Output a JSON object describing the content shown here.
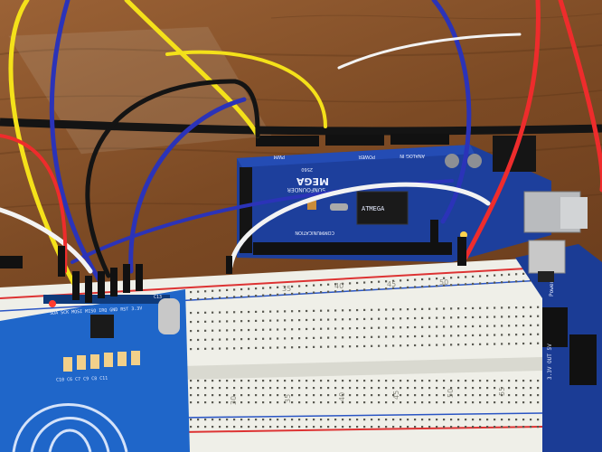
{
  "board": {
    "brand": "SUNFOUNDER",
    "model": "MEGA",
    "model_year": "2560",
    "header_comm": "COMMUNICATION",
    "header_analog": "ANALOG IN",
    "header_power": "POWER",
    "header_pwm": "PWM",
    "chip_mark": "ATMEGA"
  },
  "breadboard": {
    "top_numbers": [
      "35",
      "40",
      "45",
      "50"
    ],
    "bottom_numbers": [
      "30",
      "35",
      "40",
      "45",
      "50",
      "55"
    ]
  },
  "rfid": {
    "pin_labels": "SDA SCK MOSI MISO IRQ GND RST 3.3V",
    "caps_row": "C10 C6 C7 C9 C8 C11",
    "cap_c13": "C13"
  },
  "power_module": {
    "label": "3.3V OUT 5V",
    "power_text": "Power"
  }
}
